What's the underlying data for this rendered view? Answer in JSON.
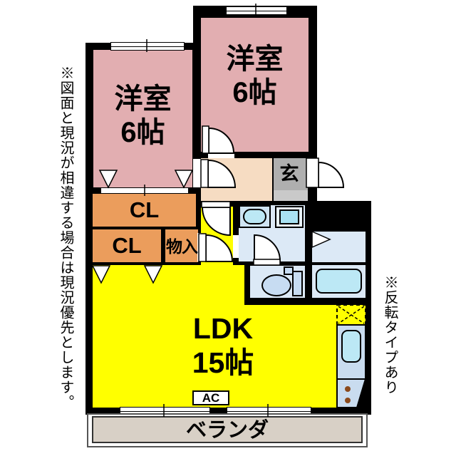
{
  "rooms": {
    "bedroom_left": "洋室\n6帖",
    "bedroom_right": "洋室\n6帖",
    "entrance": "玄",
    "closet_upper": "CL",
    "closet_lower": "CL",
    "storage": "物入",
    "ldk": "LDK\n15帖",
    "ac_unit": "AC",
    "veranda": "ベランダ"
  },
  "notes": {
    "left_disclaimer": "※図面と現況が相違する場合は現況優先とします。",
    "right_note": "※反転タイプあり"
  },
  "colors": {
    "wall": "#000000",
    "bedroom": "#e2aeb1",
    "hallway": "#f6dcc2",
    "entrance": "#afafaf",
    "entrance_step": "#c9c9c9",
    "closet": "#eb9d5c",
    "ldk": "#ffff00",
    "wet_room": "#dce9f6",
    "fixture": "#bce8f5",
    "counter": "#c9dcef",
    "veranda": "#d8d0c6",
    "burner": "#8b4a1c"
  }
}
